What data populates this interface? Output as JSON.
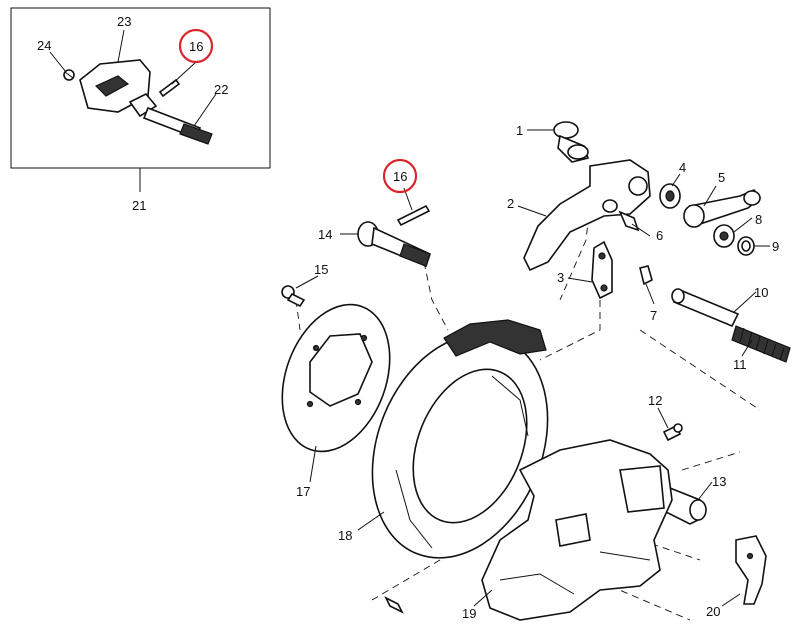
{
  "callouts": {
    "c1": "1",
    "c2": "2",
    "c3": "3",
    "c4": "4",
    "c5": "5",
    "c6": "6",
    "c7": "7",
    "c8": "8",
    "c9": "9",
    "c10": "10",
    "c11": "11",
    "c12": "12",
    "c13": "13",
    "c14": "14",
    "c15": "15",
    "c16_main": "16",
    "c16_inset": "16",
    "c17": "17",
    "c18": "18",
    "c19": "19",
    "c20": "20",
    "c21": "21",
    "c22": "22",
    "c23": "23",
    "c24": "24"
  },
  "colors": {
    "highlight": "#d9262c",
    "line": "#111111",
    "background": "#ffffff"
  }
}
